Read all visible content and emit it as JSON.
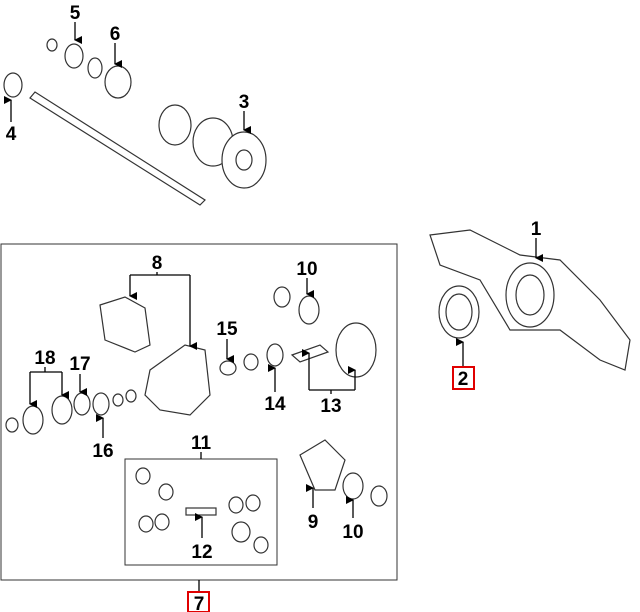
{
  "diagram": {
    "callouts": {
      "c1": "1",
      "c2": "2",
      "c3": "3",
      "c4": "4",
      "c5": "5",
      "c6": "6",
      "c7": "7",
      "c8": "8",
      "c9": "9",
      "c10a": "10",
      "c10b": "10",
      "c11": "11",
      "c12": "12",
      "c13": "13",
      "c14": "14",
      "c15": "15",
      "c16": "16",
      "c17": "17",
      "c18": "18"
    },
    "highlighted_callouts": [
      "2",
      "7"
    ],
    "highlight_color": "#e00000"
  }
}
